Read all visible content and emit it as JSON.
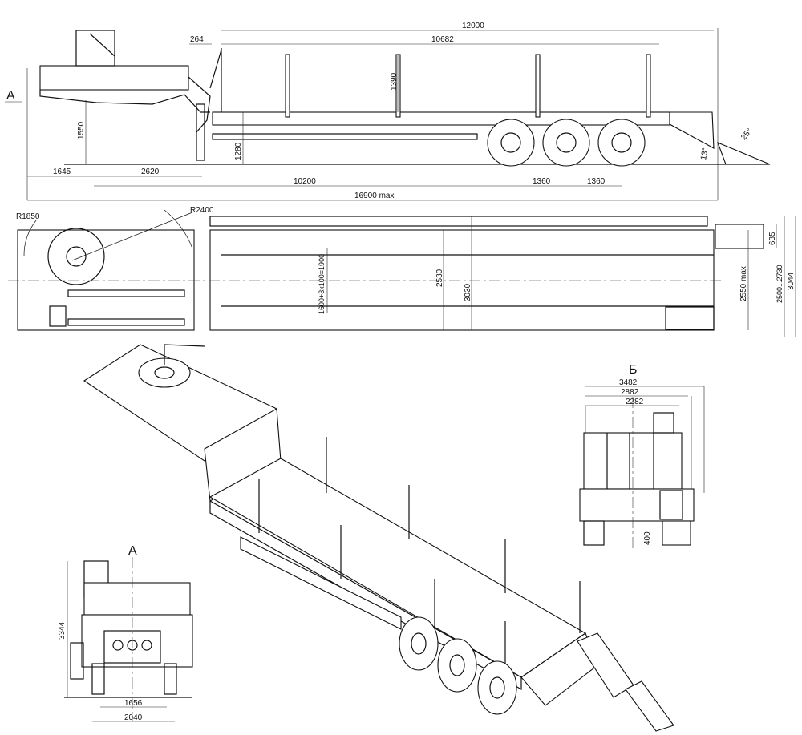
{
  "side_view": {
    "view_marker": "A",
    "dims": {
      "overall_deck": "12000",
      "deck_length": "10682",
      "offset": "264",
      "stake_height": "1390",
      "fifth_wheel_height": "1550",
      "deck_height": "1280",
      "front_overhang": "1645",
      "kingpin_to_leg": "2620",
      "kingpin_to_axle": "10200",
      "axle_spacing_1": "1360",
      "axle_spacing_2": "1360",
      "overall_length": "16900 max",
      "ramp_angle": "25°",
      "departure_angle": "13°"
    }
  },
  "top_view": {
    "dims": {
      "radius_front": "R1850",
      "radius_swing": "R2400",
      "stake_pitch": "1600+3x100=1900",
      "inner_width": "2530",
      "outer_width": "3030",
      "width_max": "2550 max",
      "ramp_width": "635",
      "ramp_track": "2500...2730",
      "overall_width": "3044"
    }
  },
  "rear_view": {
    "title": "Б",
    "dims": {
      "w1": "3482",
      "w2": "2882",
      "w3": "2282",
      "height": "400"
    }
  },
  "front_view": {
    "title": "A",
    "dims": {
      "height": "3344",
      "inner": "1656",
      "outer": "2040"
    }
  }
}
